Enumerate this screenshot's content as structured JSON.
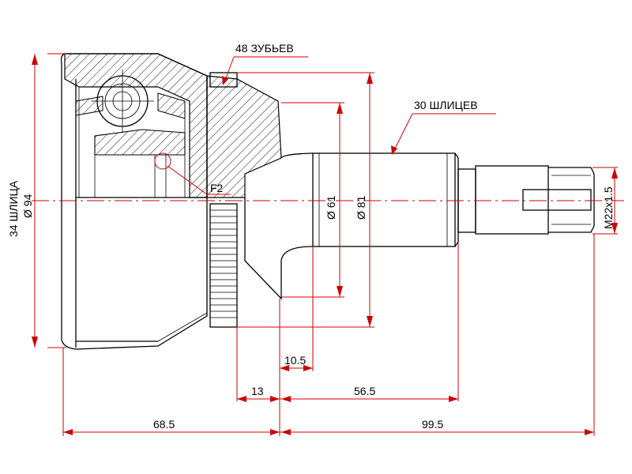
{
  "labels": {
    "teeth": "48 ЗУБЬЕВ",
    "outer_splines": "30 ШЛИЦЕВ",
    "f2": "F2",
    "inner_splines": "34 ШЛИЦА",
    "inner_diameter": "Ø 94",
    "shaft_dia_61": "Ø 61",
    "shaft_dia_81": "Ø 81",
    "thread": "M22x1.5"
  },
  "dimensions": {
    "d_10_5": "10.5",
    "d_13": "13",
    "d_56_5": "56.5",
    "d_68_5": "68.5",
    "d_99_5": "99.5"
  },
  "colors": {
    "dimension_lines": "#cc0000",
    "part_outline": "#000000",
    "background": "#ffffff"
  }
}
